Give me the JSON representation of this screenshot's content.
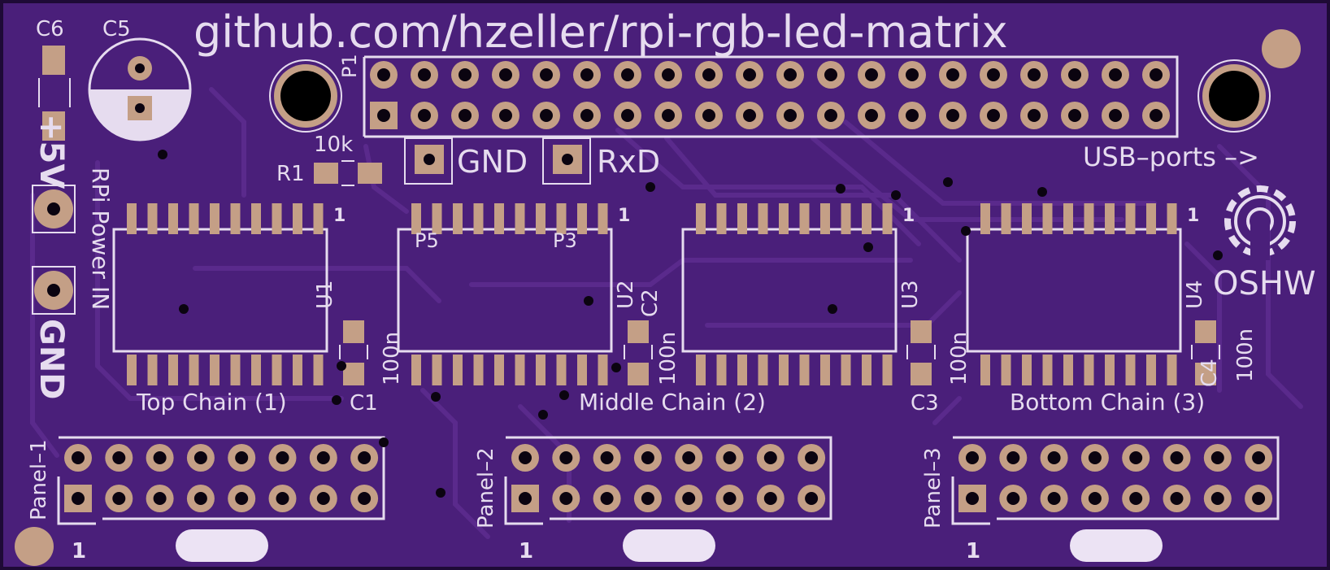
{
  "board": {
    "url": "github.com/hzeller/rpi-rgb-led-matrix",
    "usb_ports": "USB–ports –>",
    "oshw": "OSHW",
    "power_plus": "+5V",
    "power_gnd": "GND",
    "power_in": "RPi Power IN",
    "colors": {
      "board": "#4a1f7a",
      "trace": "#5a2a8c",
      "silk": "#e6dcef",
      "copper": "#c49f86"
    }
  },
  "components": {
    "c6": "C6",
    "c5": "C5",
    "p1": "P1",
    "r1": "R1",
    "r1_value": "10k",
    "gnd_pad": "GND",
    "rxd_pad": "RxD",
    "u1": "U1",
    "u2": "U2",
    "u3": "U3",
    "u4": "U4",
    "c1": "C1",
    "c2": "C2",
    "c3": "C3",
    "c4": "C4",
    "cap_value": "100n",
    "p5": "P5",
    "p3": "P3",
    "pin1_mark": "1"
  },
  "chains": [
    {
      "label": "Top Chain (1)"
    },
    {
      "label": "Middle Chain (2)"
    },
    {
      "label": "Bottom Chain (3)"
    }
  ],
  "panels": [
    {
      "label": "Panel–1",
      "pin1": "1"
    },
    {
      "label": "Panel–2",
      "pin1": "1"
    },
    {
      "label": "Panel–3",
      "pin1": "1"
    }
  ]
}
